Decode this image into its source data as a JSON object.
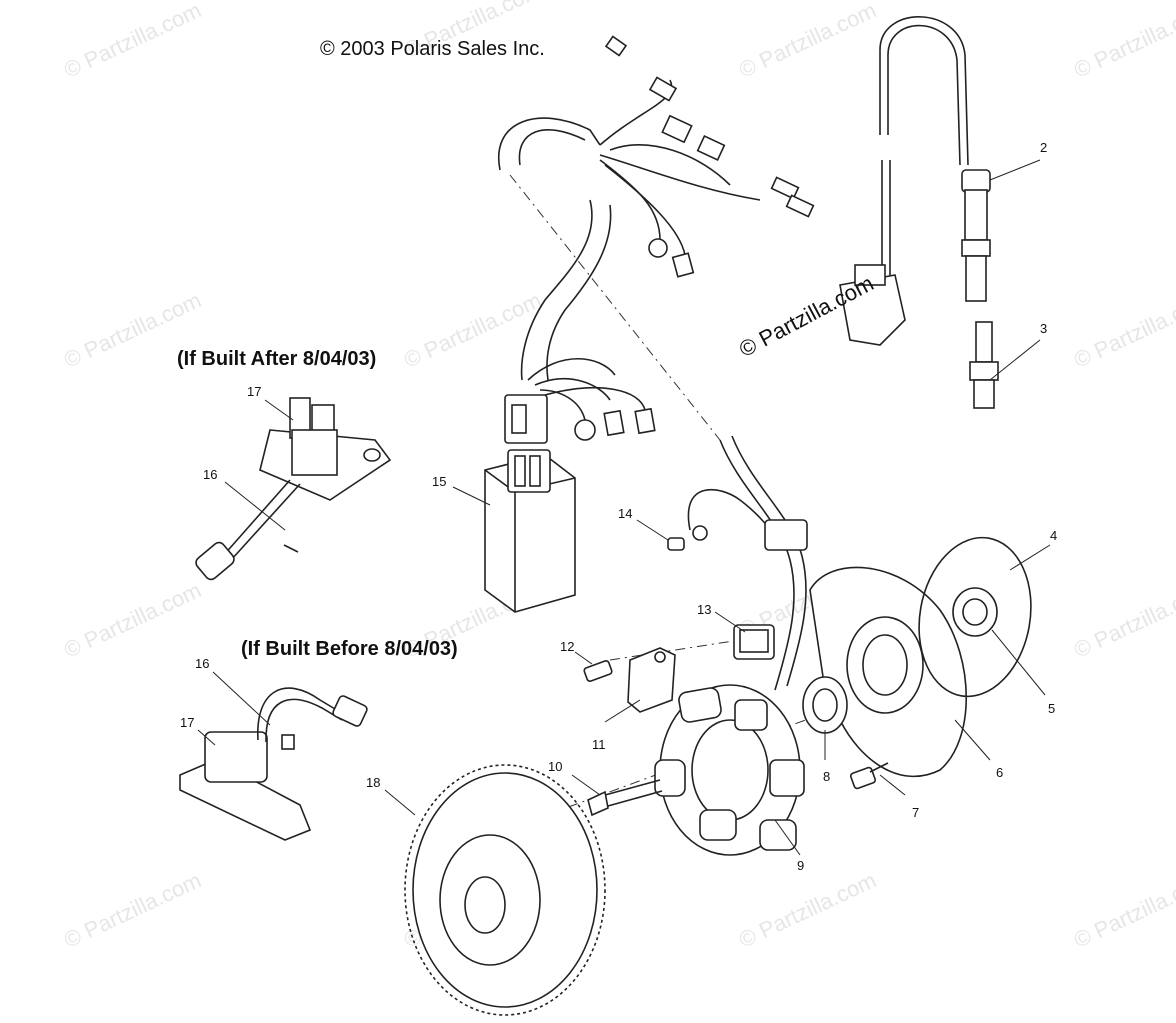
{
  "copyright": "© 2003 Polaris Sales Inc.",
  "notes": {
    "after": "(If Built After 8/04/03)",
    "before": "(If Built Before 8/04/03)"
  },
  "watermark": "© Partzilla.com",
  "callouts": [
    "2",
    "3",
    "4",
    "5",
    "6",
    "7",
    "8",
    "9",
    "10",
    "11",
    "12",
    "13",
    "14",
    "15",
    "16",
    "16",
    "17",
    "17",
    "18"
  ]
}
